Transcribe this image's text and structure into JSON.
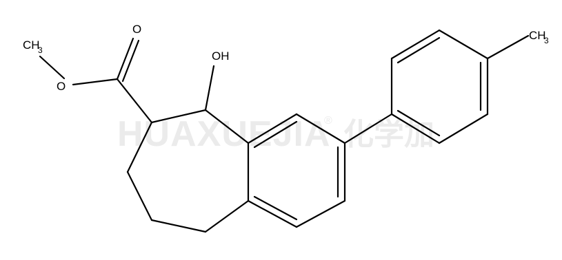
{
  "watermark": {
    "text": "HUAXUEJIA",
    "registered": "®",
    "chinese": "化学加"
  },
  "labels": {
    "carbonyl_oxygen": "O",
    "ester_oxygen": "O",
    "hydroxyl": "OH",
    "methyl_left_main": "CH",
    "methyl_left_sub": "3",
    "methyl_right_main": "CH",
    "methyl_right_sub": "3"
  }
}
